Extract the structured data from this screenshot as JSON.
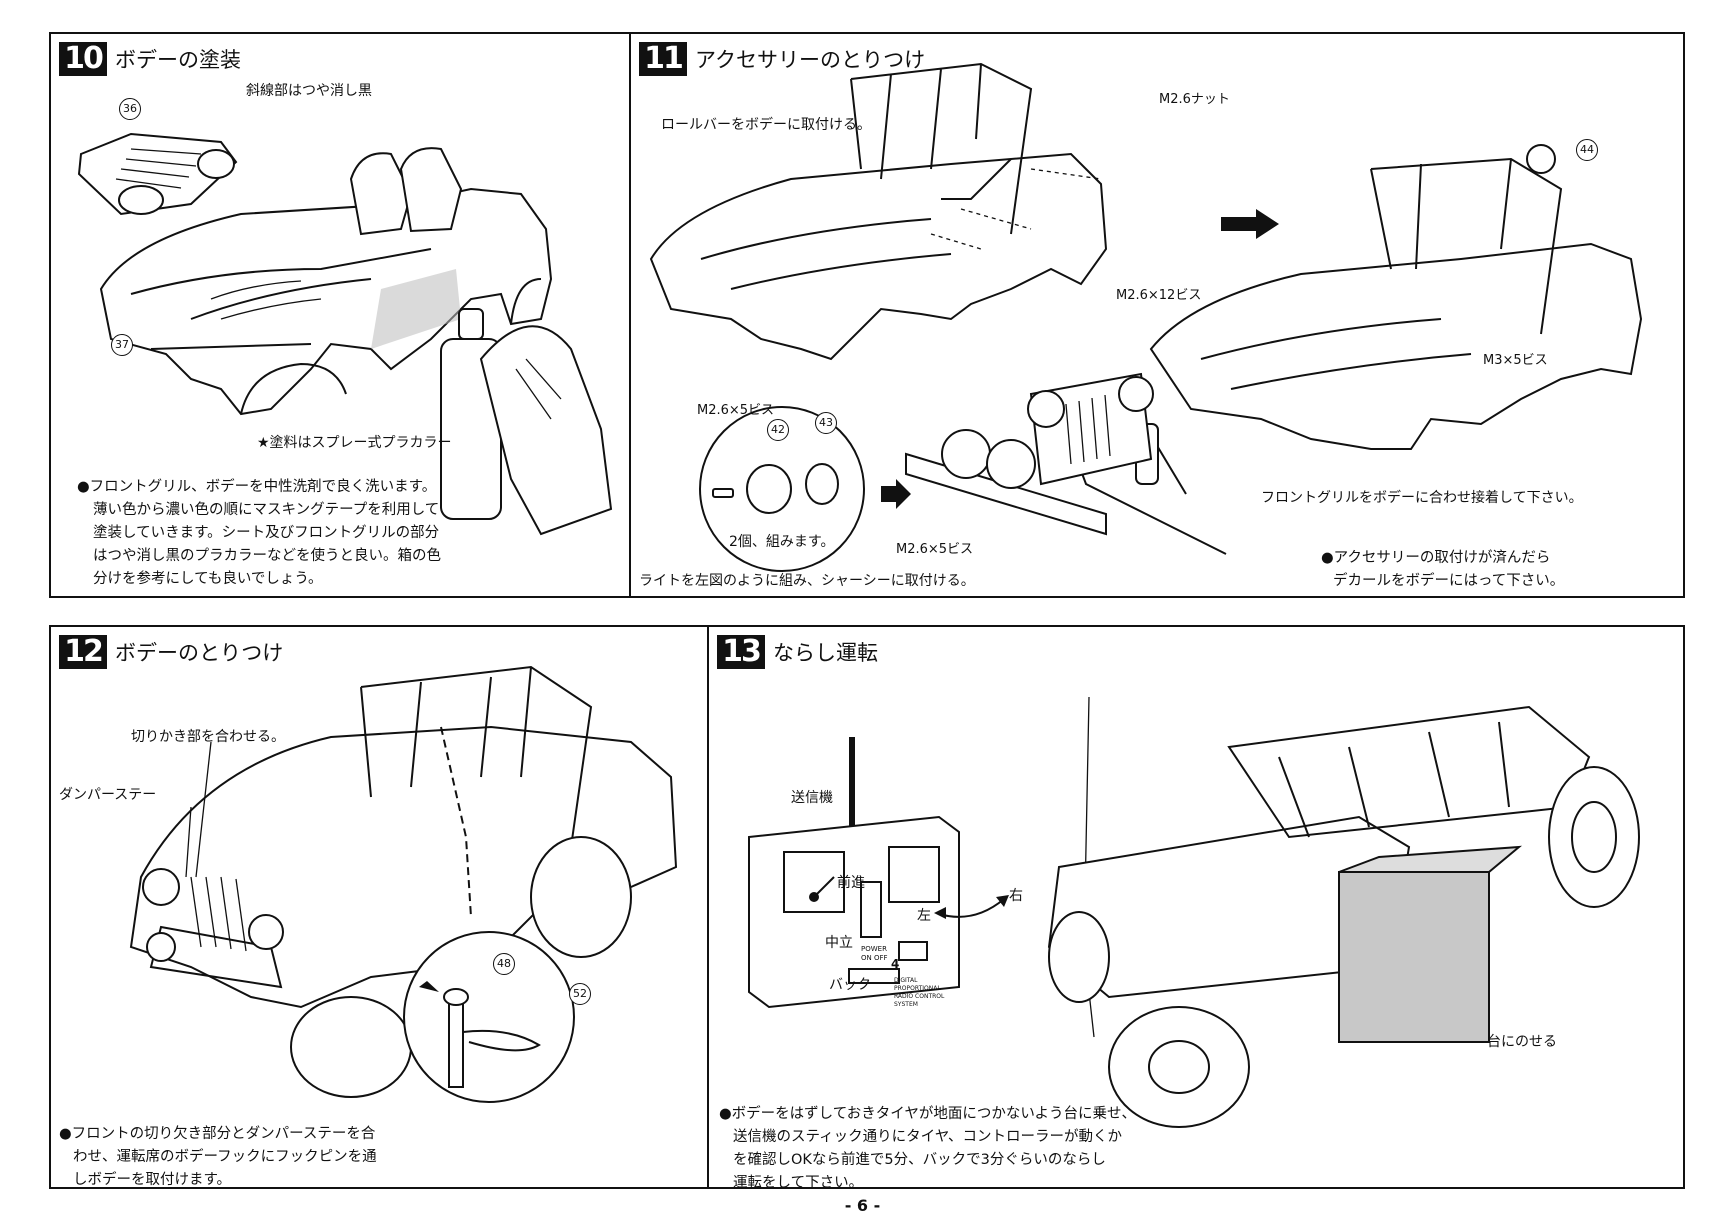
{
  "page": {
    "number": "- 6 -"
  },
  "step10": {
    "num": "10",
    "title": "ボデーの塗装",
    "note_matte": "斜線部はつや消し黒",
    "part_seat": "36",
    "part_body": "37",
    "paint_note": "★塗料はスプレー式プラカラー",
    "instructions": [
      "●フロントグリル、ボデーを中性洗剤で良く洗います。",
      "薄い色から濃い色の順にマスキングテープを利用して",
      "塗装していきます。シート及びフロントグリルの部分",
      "はつや消し黒のプラカラーなどを使うと良い。箱の色",
      "分けを参考にしても良いでしょう。"
    ]
  },
  "step11": {
    "num": "11",
    "title": "アクセサリーのとりつけ",
    "rollbar_note": "ロールバーをボデーに取付ける。",
    "nut_label": "M2.6ナット",
    "screw12_label": "M2.6×12ビス",
    "m3_label": "M3×5ビス",
    "part_wheel": "44",
    "circle_screw_label": "M2.6×5ビス",
    "part_42": "42",
    "part_43": "43",
    "circle_caption": "2個、組みます。",
    "screw5_label": "M2.6×5ビス",
    "light_note": "ライトを左図のように組み、シャーシーに取付ける。",
    "grill_note": "フロントグリルをボデーに合わせ接着して下さい。",
    "decal_note": [
      "●アクセサリーの取付けが済んだら",
      "デカールをボデーにはって下さい。"
    ]
  },
  "step12": {
    "num": "12",
    "title": "ボデーのとりつけ",
    "notch_label": "切りかき部を合わせる。",
    "damper_label": "ダンパーステー",
    "part_48": "48",
    "part_52": "52",
    "instructions": [
      "●フロントの切り欠き部分とダンパーステーを合",
      "わせ、運転席のボデーフックにフックピンを通",
      "しボデーを取付けます。"
    ]
  },
  "step13": {
    "num": "13",
    "title": "ならし運転",
    "transmitter_label": "送信機",
    "forward": "前進",
    "neutral": "中立",
    "back": "バック",
    "left": "左",
    "right": "右",
    "power_text": "POWER ON OFF",
    "brand_text": "DIGITAL PROPORTIONAL RADIO CONTROL SYSTEM",
    "channel_badge": "4",
    "stand_label": "台にのせる",
    "instructions": [
      "●ボデーをはずしておきタイヤが地面につかないよう台に乗せ、",
      "送信機のスティック通りにタイヤ、コントローラーが動くか",
      "を確認しOKなら前進で5分、バックで3分ぐらいのならし",
      "運転をして下さい。"
    ]
  }
}
